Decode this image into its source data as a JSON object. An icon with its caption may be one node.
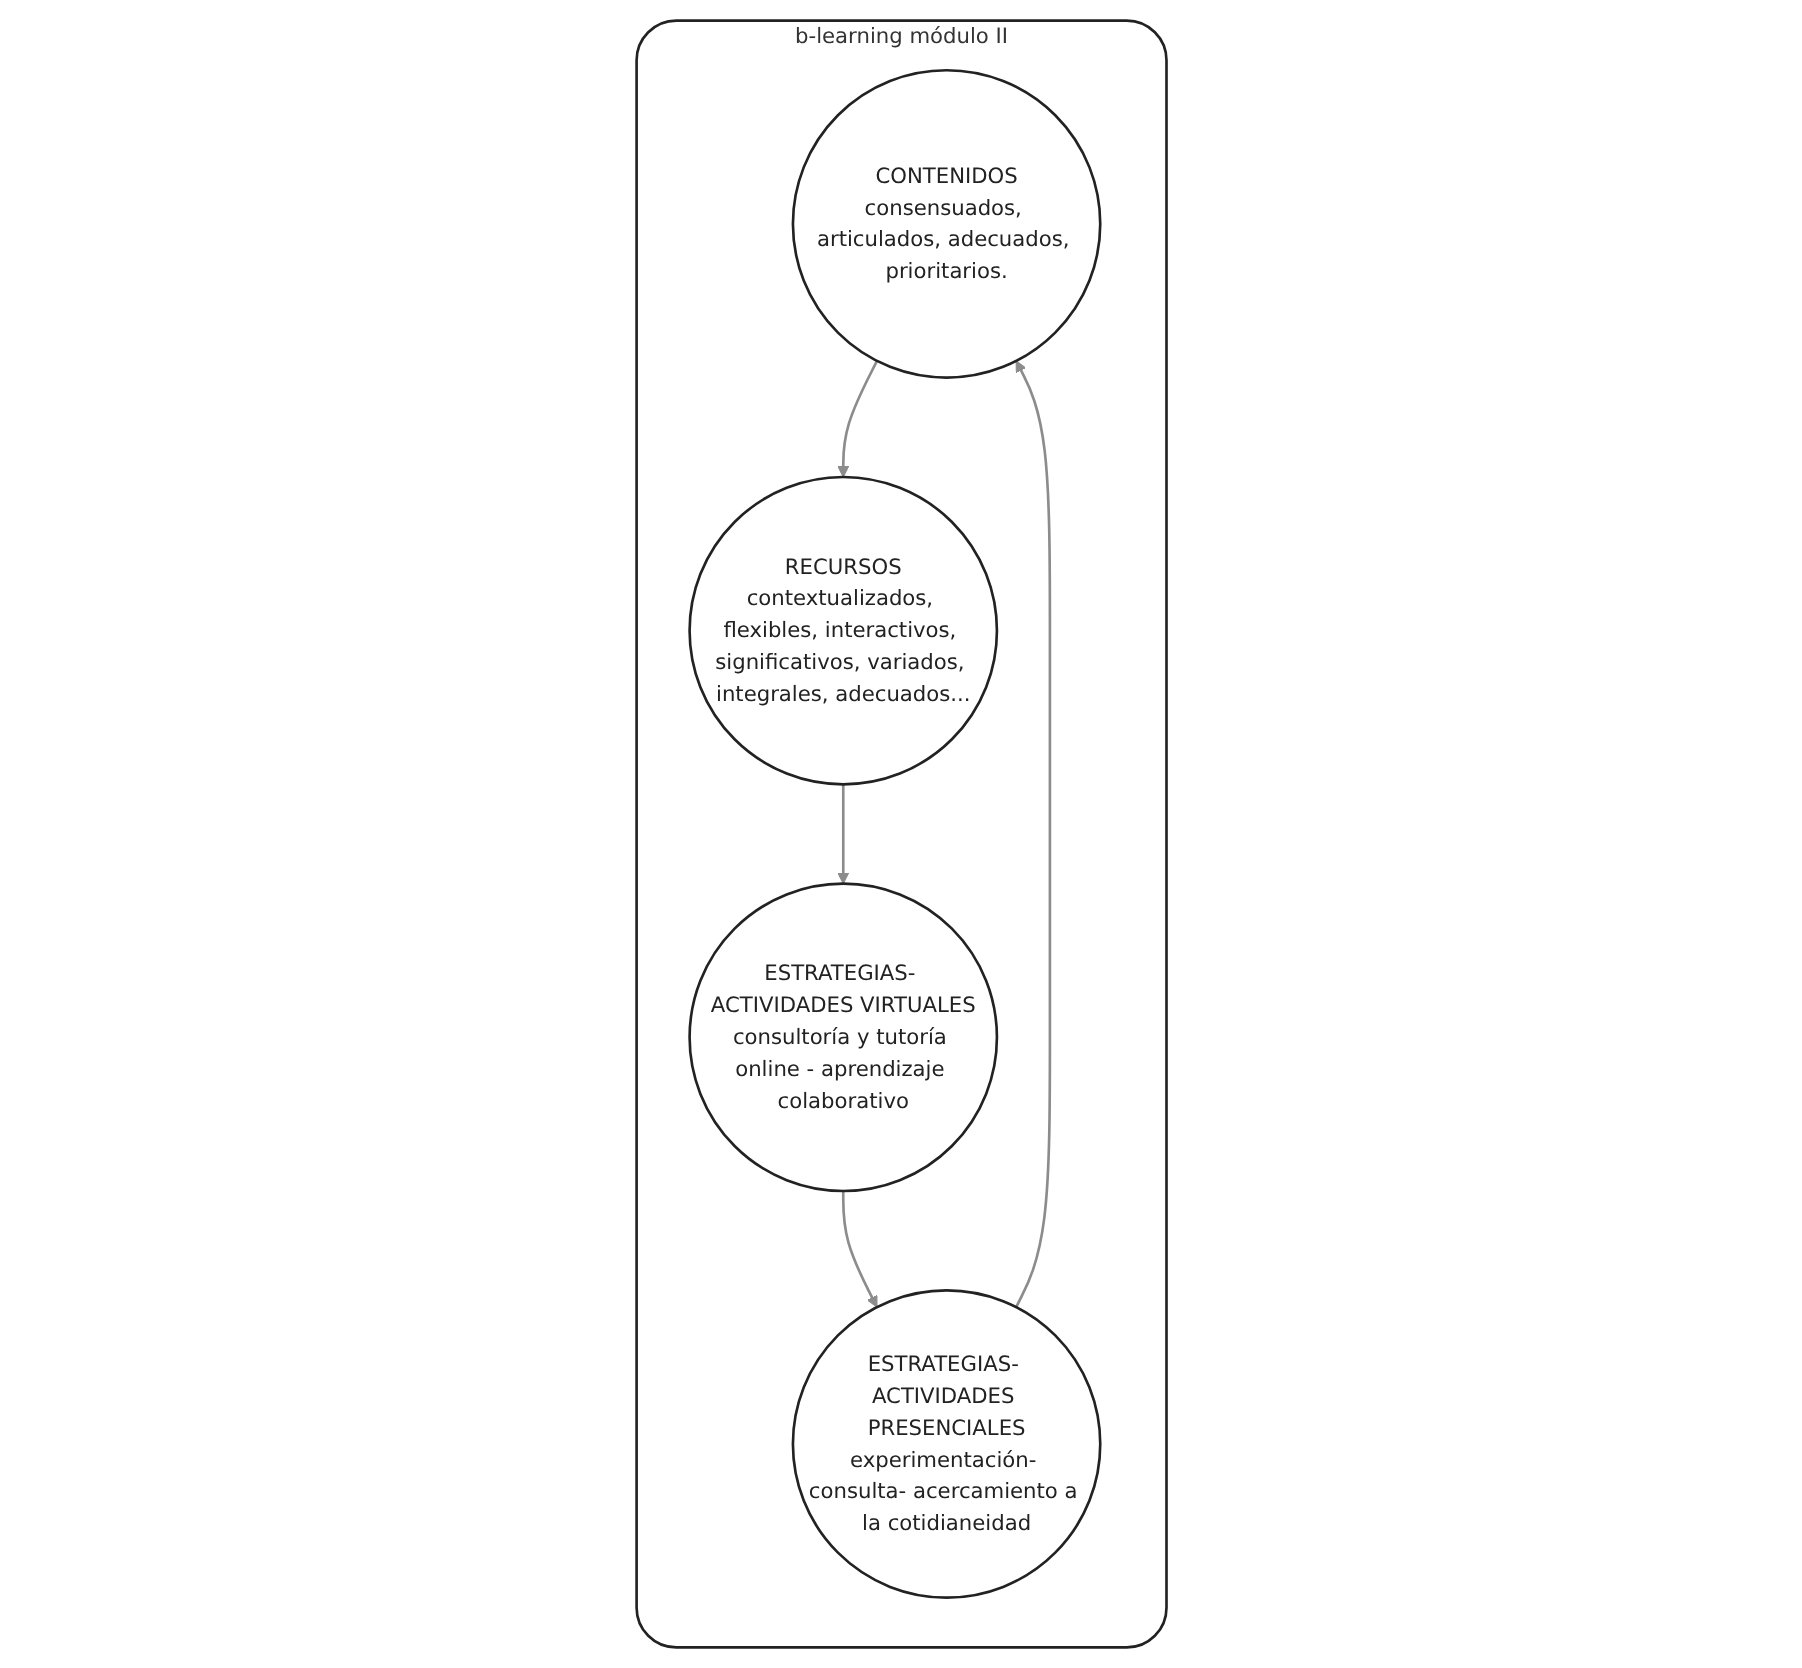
{
  "diagram": {
    "nodes": [
      {
        "text": [
          "b-learning módulo II"
        ]
      },
      {
        "text": [
          "CONTENIDOS",
          "consensuados, articulados, adecuados, prioritarios."
        ],
        "in": 0
      },
      {
        "text": [
          "ESTRATEGIAS- ACTIVIDADES PRESENCIALES",
          "experimentación- consulta- acercamiento a la cotidianeidad"
        ],
        "in": 0
      },
      {
        "text": [
          "RECURSOS",
          "contextualizados, flexibles, interactivos, significativos, variados, integrales, adecuados..."
        ],
        "in": 0
      },
      {
        "text": [
          "ESTRATEGIAS- ACTIVIDADES VIRTUALES",
          "consultoría y tutoría online - aprendizaje colaborativo"
        ],
        "in": 0
      }
    ],
    "edges": [
      {
        "from": 1,
        "to": 3,
        "arrow": "to"
      },
      {
        "from": 3,
        "to": 4,
        "arrow": "to"
      },
      {
        "from": 4,
        "to": 2,
        "arrow": "to"
      },
      {
        "from": 2,
        "to": 1,
        "arrow": "to"
      }
    ]
  }
}
